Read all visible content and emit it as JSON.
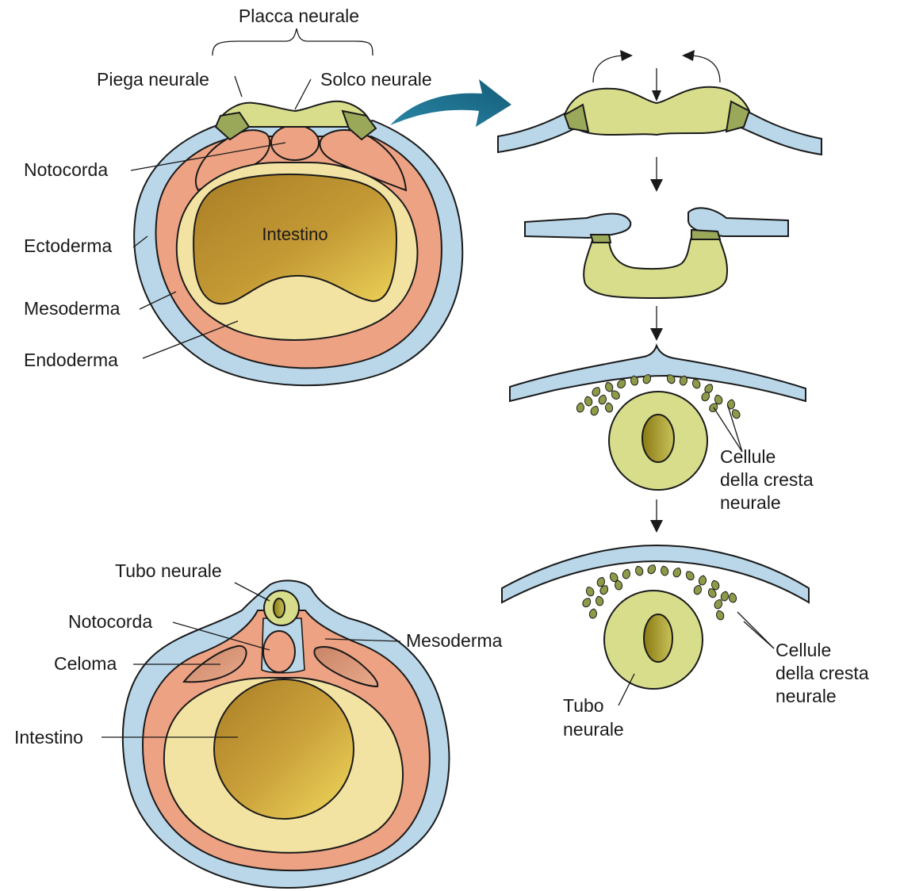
{
  "colors": {
    "ectoderm": "#b9d7e9",
    "mesoderm": "#eda283",
    "endoderm": "#f3e3a3",
    "gut_dark": "#b58a2b",
    "gut_light": "#e5c24e",
    "neural": "#d7dd8a",
    "neural_edge": "#9aa85a",
    "neural_crest": "#8e9a48",
    "lumen": "#8f7f1a",
    "arrow_blue": "#1e6f8c",
    "text": "#1a1a1a"
  },
  "labels": {
    "placca_neurale": "Placca neurale",
    "piega_neurale": "Piega neurale",
    "solco_neurale": "Solco neurale",
    "notocorda_top": "Notocorda",
    "ectoderma": "Ectoderma",
    "mesoderma_top": "Mesoderma",
    "endoderma": "Endoderma",
    "intestino_top": "Intestino",
    "crest_top": [
      "Cellule",
      "della cresta",
      "neurale"
    ],
    "tubo_neurale_bottom": "Tubo neurale",
    "notocorda_bottom": "Notocorda",
    "celoma": "Celoma",
    "mesoderma_bottom": "Mesoderma",
    "intestino_bottom": "Intestino",
    "crest_bottom": [
      "Cellule",
      "della cresta",
      "neurale"
    ],
    "tubo_neurale_right": [
      "Tubo",
      "neurale"
    ]
  }
}
